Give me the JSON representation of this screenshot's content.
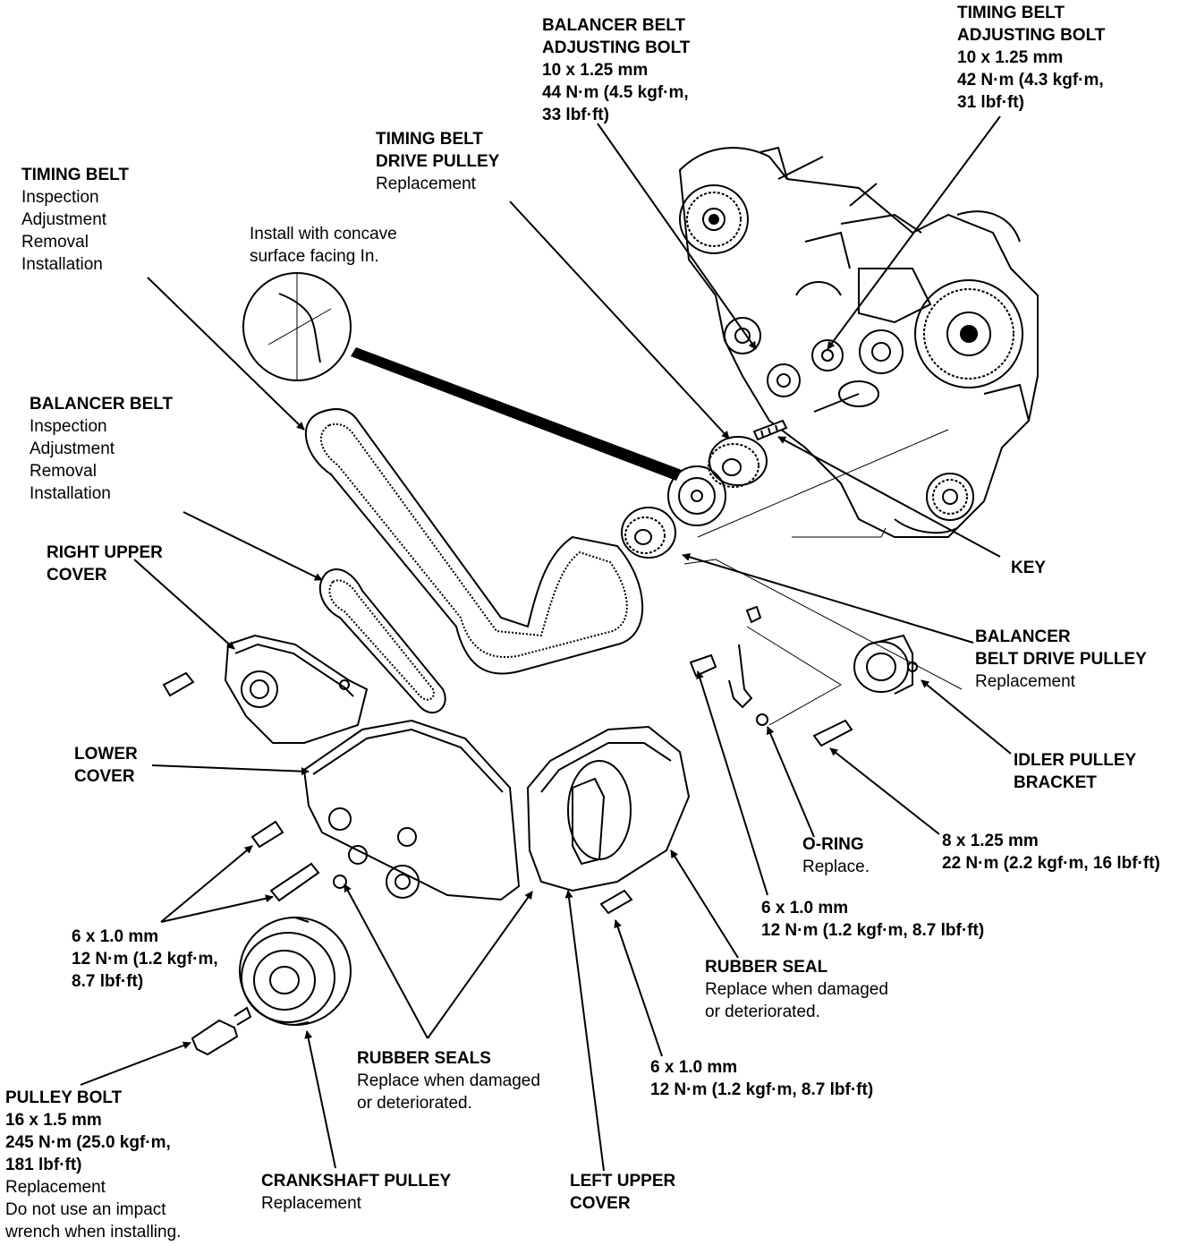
{
  "labels": {
    "balancer_belt_adjusting_bolt": {
      "title1": "BALANCER BELT",
      "title2": "ADJUSTING BOLT",
      "spec1": "10 x 1.25 mm",
      "spec2": "44 N·m (4.5 kgf·m,",
      "spec3": "33 lbf·ft)"
    },
    "timing_belt_adjusting_bolt": {
      "title1": "TIMING BELT",
      "title2": "ADJUSTING BOLT",
      "spec1": "10 x 1.25 mm",
      "spec2": "42 N·m (4.3 kgf·m,",
      "spec3": "31 lbf·ft)"
    },
    "timing_belt_drive_pulley": {
      "title1": "TIMING BELT",
      "title2": "DRIVE PULLEY",
      "note1": "Replacement"
    },
    "timing_belt": {
      "title1": "TIMING BELT",
      "note1": "Inspection",
      "note2": "Adjustment",
      "note3": "Removal",
      "note4": "Installation"
    },
    "concave_note": {
      "line1": "Install with concave",
      "line2": "surface facing In."
    },
    "balancer_belt": {
      "title1": "BALANCER BELT",
      "note1": "Inspection",
      "note2": "Adjustment",
      "note3": "Removal",
      "note4": "Installation"
    },
    "right_upper_cover": {
      "title1": "RIGHT UPPER",
      "title2": "COVER"
    },
    "key": {
      "title1": "KEY"
    },
    "balancer_belt_drive_pulley": {
      "title1": "BALANCER",
      "title2": "BELT DRIVE PULLEY",
      "note1": "Replacement"
    },
    "lower_cover": {
      "title1": "LOWER",
      "title2": "COVER"
    },
    "idler_pulley_bracket": {
      "title1": "IDLER PULLEY",
      "title2": "BRACKET"
    },
    "o_ring": {
      "title1": "O-RING",
      "note1": "Replace."
    },
    "idler_bolt_spec": {
      "spec1": "8 x 1.25 mm",
      "spec2": "22 N·m (2.2 kgf·m, 16 lbf·ft)"
    },
    "lower_cover_bolts_spec": {
      "spec1": "6 x 1.0 mm",
      "spec2": "12 N·m (1.2 kgf·m,",
      "spec3": "8.7 lbf·ft)"
    },
    "right_bolt_spec": {
      "spec1": "6 x 1.0 mm",
      "spec2": "12 N·m (1.2 kgf·m, 8.7 lbf·ft)"
    },
    "rubber_seal": {
      "title1": "RUBBER SEAL",
      "note1": "Replace when damaged",
      "note2": "or deteriorated."
    },
    "rubber_seals": {
      "title1": "RUBBER SEALS",
      "note1": "Replace when damaged",
      "note2": "or deteriorated."
    },
    "left_cover_bolt_spec": {
      "spec1": "6 x 1.0 mm",
      "spec2": "12 N·m (1.2 kgf·m, 8.7 lbf·ft)"
    },
    "pulley_bolt": {
      "title1": "PULLEY BOLT",
      "spec1": "16 x 1.5 mm",
      "spec2": "245 N·m (25.0 kgf·m,",
      "spec3": "181 lbf·ft)",
      "note1": "Replacement",
      "note2": "Do not use an impact",
      "note3": "wrench when installing."
    },
    "crankshaft_pulley": {
      "title1": "CRANKSHAFT PULLEY",
      "note1": "Replacement"
    },
    "left_upper_cover": {
      "title1": "LEFT UPPER",
      "title2": "COVER"
    }
  }
}
